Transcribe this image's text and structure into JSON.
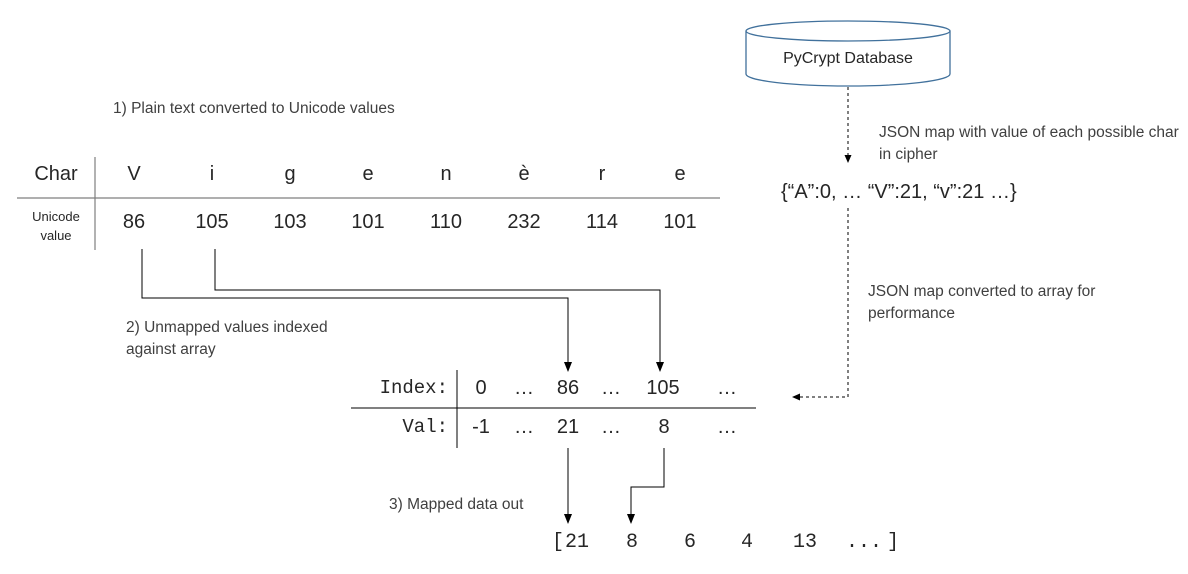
{
  "database": {
    "label": "PyCrypt Database"
  },
  "steps": {
    "step1": "1) Plain text converted to Unicode values",
    "step2": "2) Unmapped values indexed against array",
    "step3": "3) Mapped data out"
  },
  "notes": {
    "json_map": "JSON map with value of each possible char in cipher",
    "json_to_array": "JSON map converted to array for performance"
  },
  "json_literal": "{“A”:0, … “V”:21, “v”:21 …}",
  "unicode_table": {
    "row1_header": "Char",
    "row2_header": "Unicode value",
    "chars": [
      "V",
      "i",
      "g",
      "e",
      "n",
      "è",
      "r",
      "e"
    ],
    "values": [
      "86",
      "105",
      "103",
      "101",
      "110",
      "232",
      "114",
      "101"
    ]
  },
  "array_table": {
    "row1_header": "Index:",
    "row2_header": "Val:",
    "indexes": [
      "0",
      "…",
      "86",
      "…",
      "105",
      "…"
    ],
    "vals": [
      "-1",
      "…",
      "21",
      "…",
      "8",
      "…"
    ]
  },
  "output": {
    "open": "[",
    "values": [
      "21",
      "8",
      "6",
      "4",
      "13",
      "..."
    ],
    "close": "]"
  },
  "colors": {
    "text": "#262626",
    "note": "#404040",
    "line": "#000000",
    "db_stroke": "#41719c"
  }
}
